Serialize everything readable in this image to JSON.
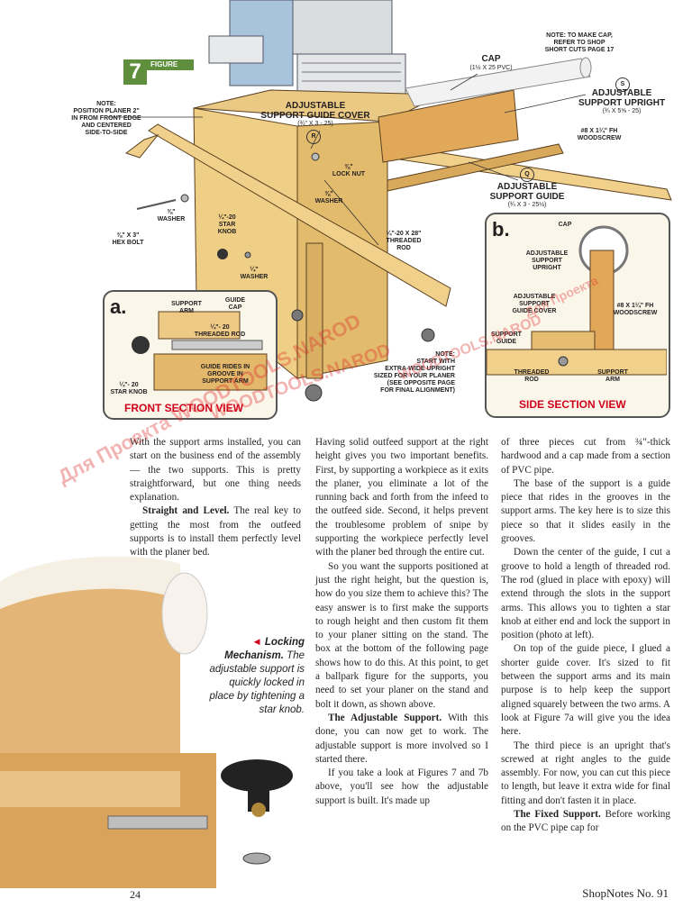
{
  "figure": {
    "badge_number": "7",
    "badge_word": "FIGURE",
    "labels": {
      "note_position": "NOTE:\nPOSITION PLANER 2\"\nIN FROM FRONT EDGE\nAND CENTERED\nSIDE-TO-SIDE",
      "support_guide_cover": "ADJUSTABLE\nSUPPORT GUIDE COVER",
      "support_guide_cover_dim": "(¾\" x 3 - 25)",
      "circle_r": "R",
      "cap": "CAP",
      "cap_dim": "(1½ x 25 PVC)",
      "note_cap": "NOTE: TO MAKE CAP,\nREFER TO SHOP\nSHORT CUTS PAGE 17",
      "circle_s": "S",
      "support_upright": "ADJUSTABLE\nSUPPORT UPRIGHT",
      "support_upright_dim": "(¾ x 5⅝ - 25)",
      "woodscrew": "#8 x 1¼\" Fh\nWOODSCREW",
      "lock_nut": "⅜\"\nLOCK NUT",
      "washer_small": "⅜\"\nWASHER",
      "circle_q": "Q",
      "support_guide": "ADJUSTABLE\nSUPPORT GUIDE",
      "support_guide_dim": "(¾ x 3 - 25½)",
      "washer_left": "⅜\"\nWASHER",
      "hex_bolt": "⅜\" x 3\"\nHEX BOLT",
      "star_knob": "¼\"-20\nSTAR\nKNOB",
      "washer_quarter": "¼\"\nWASHER",
      "threaded_rod": "¼\"-20 x 28\"\nTHREADED\nROD",
      "note_start": "NOTE:\nSTART WITH\nEXTRA-WIDE UPRIGHT\nSIZED FOR YOUR PLANER\n(SEE OPPOSITE PAGE\nFOR FINAL ALIGNMENT)"
    },
    "inset_a": {
      "letter": "a.",
      "support_arm": "SUPPORT\nARM",
      "guide_cap": "GUIDE\nCAP",
      "threaded_rod": "¼\"- 20\nTHREADED ROD",
      "guide_rides": "GUIDE RIDES IN\nGROOVE IN\nSUPPORT ARM",
      "star_knob": "¼\"- 20\nSTAR KNOB",
      "title": "FRONT SECTION VIEW"
    },
    "inset_b": {
      "letter": "b.",
      "cap": "CAP",
      "support_upright": "ADJUSTABLE\nSUPPORT\nUPRIGHT",
      "guide_cover": "ADJUSTABLE\nSUPPORT\nGUIDE COVER",
      "woodscrew": "#8 x 1¼\" Fh\nWOODSCREW",
      "support_guide": "SUPPORT\nGUIDE",
      "threaded_rod": "THREADED\nROD",
      "support_arm": "SUPPORT\nARM",
      "title": "SIDE SECTION VIEW"
    }
  },
  "watermarks": {
    "w1": "Для Проекта WOODTOOLS.NAROD",
    "w2": "WOODTOOLS.NAROD",
    "w3": "WOODTOOLS.NAROD",
    "w4": "Для Проекта"
  },
  "caption": {
    "title": "Locking Mechanism.",
    "body": "The adjustable support is quickly locked in place by tightening a star knob."
  },
  "col1": {
    "p1": "With the support arms installed, you can start on the business end of the assembly — the two supports. This is pretty straightforward, but one thing needs explanation.",
    "p2_head": "Straight and Level.",
    "p2": " The real key to getting the most from the outfeed supports is to install them perfectly level with the planer bed."
  },
  "col2": {
    "p1": "Having solid outfeed support at the right height gives you two important benefits. First, by supporting a workpiece as it exits the planer, you eliminate a lot of the running back and forth from the infeed to the outfeed side. Second, it helps prevent the troublesome problem of snipe by supporting the workpiece perfectly level with the planer bed through the entire cut.",
    "p2": "So you want the supports positioned at just the right height, but the question is, how do you size them to achieve this? The easy answer is to first make the supports to rough height and then custom fit them to your planer sitting on the stand. The box at the bottom of the following page shows how to do this. At this point, to get a ballpark figure for the supports, you need to set your planer on the stand and bolt it down, as shown above.",
    "p3_head": "The Adjustable Support.",
    "p3": " With this done, you can now get to work. The adjustable support is more involved so I started there.",
    "p4": "If you take a look at Figures 7 and 7b above, you'll see how the adjustable support is built. It's made up"
  },
  "col3": {
    "p1": "of three pieces cut from ¾\"-thick hardwood and a cap made from a section of PVC pipe.",
    "p2": "The base of the support is a guide piece that rides in the grooves in the support arms. The key here is to size this piece so that it slides easily in the grooves.",
    "p3": "Down the center of the guide, I cut a groove to hold a length of threaded rod. The rod (glued in place with epoxy) will extend through the slots in the support arms. This allows you to tighten a star knob at either end and lock the support in position (photo at left).",
    "p4": "On top of the guide piece, I glued a shorter guide cover. It's sized to fit between the support arms and its main purpose is to help keep the support aligned squarely between the two arms. A look at Figure 7a will give you the idea here.",
    "p5": "The third piece is an upright that's screwed at right angles to the guide assembly. For now, you can cut this piece to length, but leave it extra wide for final fitting and don't fasten it in place.",
    "p6_head": "The Fixed Support.",
    "p6": " Before working on the PVC pipe cap for"
  },
  "footer": {
    "page_number": "24",
    "magazine": "ShopNotes No. 91"
  }
}
